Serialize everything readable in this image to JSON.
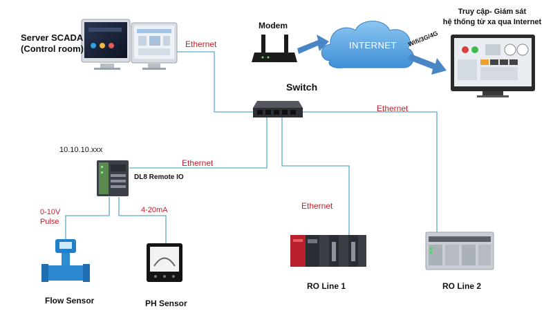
{
  "nodes": {
    "server": {
      "label_line1": "Server SCADA",
      "label_line2": "(Control room)"
    },
    "modem": {
      "label": "Modem"
    },
    "internet": {
      "label": "INTERNET"
    },
    "wireless": {
      "label": "Wifi/3G/4G"
    },
    "remote": {
      "label_line1": "Truy cập- Giám sát",
      "label_line2": "hệ thống từ xa qua Internet"
    },
    "switch": {
      "label": "Switch"
    },
    "io": {
      "label": "DL8 Remote IO",
      "ip": "10.10.10.xxx"
    },
    "flow_sensor": {
      "label": "Flow Sensor",
      "signal_line1": "0-10V",
      "signal_line2": "Pulse"
    },
    "ph_sensor": {
      "label": "PH Sensor",
      "signal": "4-20mA"
    },
    "ro1": {
      "label": "RO Line 1"
    },
    "ro2": {
      "label": "RO Line 2"
    }
  },
  "links": {
    "server_switch": "Ethernet",
    "switch_ro2": "Ethernet",
    "switch_io": "Ethernet",
    "switch_ro1": "Ethernet"
  },
  "colors": {
    "link_line": "#5aa9c9",
    "link_label": "#c0202a",
    "cloud": "#5ea6e0",
    "arrow": "#4a86c5"
  }
}
